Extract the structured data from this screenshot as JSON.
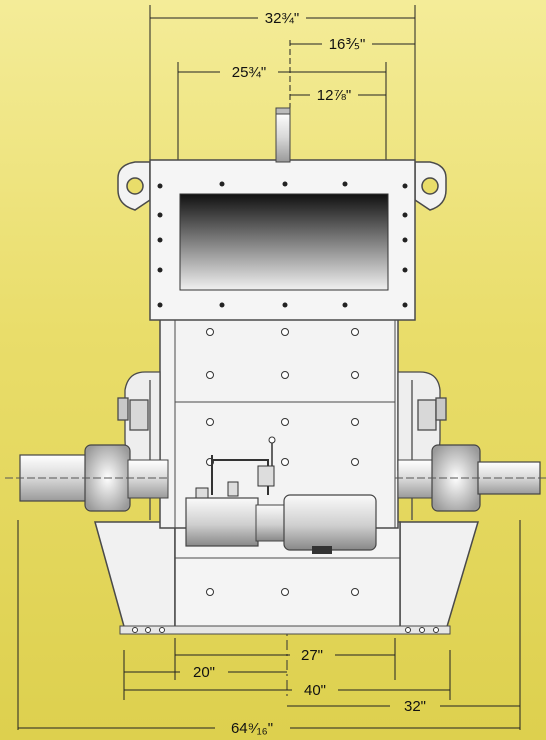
{
  "dimensions": {
    "top_overall": "32¾\"",
    "top_right_outer": "16⅗\"",
    "top_left_span": "25¾\"",
    "top_right_inner": "12⅞\"",
    "base_27": "27\"",
    "base_20": "20\"",
    "base_40": "40\"",
    "base_32": "32\"",
    "overall_width": "64⁹⁄₁₆\""
  },
  "colors": {
    "background_top": "#f4ec98",
    "background_bottom": "#ddd04e",
    "machine_body": "#f3f3f3",
    "machine_line": "#4a4a4a",
    "bolt": "#222222"
  },
  "icons": [
    "shaft",
    "motor",
    "hydraulic-pump",
    "bearing-housing",
    "lifting-eye"
  ]
}
